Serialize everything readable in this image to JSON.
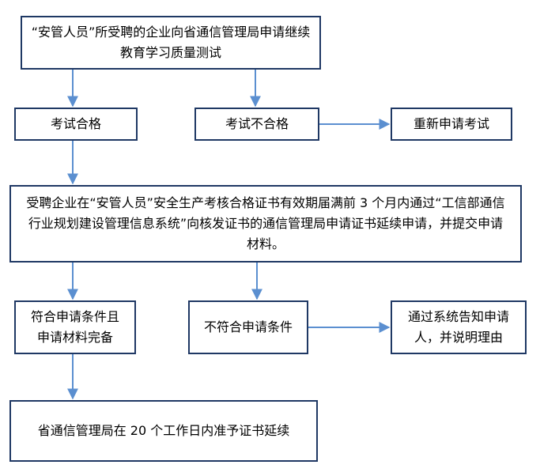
{
  "flowchart": {
    "apply": "“安管人员”所受聘的企业向省通信管理局申请继续教育学习质量测试",
    "pass": "考试合格",
    "fail": "考试不合格",
    "reapply": "重新申请考试",
    "renewal_request": "受聘企业在“安管人员”安全生产考核合格证书有效期届满前 3 个月内通过“工信部通信行业规划建设管理信息系统”向核发证书的通信管理局申请证书延续申请，并提交申请材料。",
    "eligible": "符合申请条件且申请材料完备",
    "ineligible": "不符合申请条件",
    "notify": "通过系统告知申请人，并说明理由",
    "approve": "省通信管理局在 20 个工作日内准予证书延续"
  },
  "colors": {
    "box_border": "#1f3864",
    "arrow": "#5b8fd0",
    "background": "#ffffff",
    "text": "#000000"
  }
}
